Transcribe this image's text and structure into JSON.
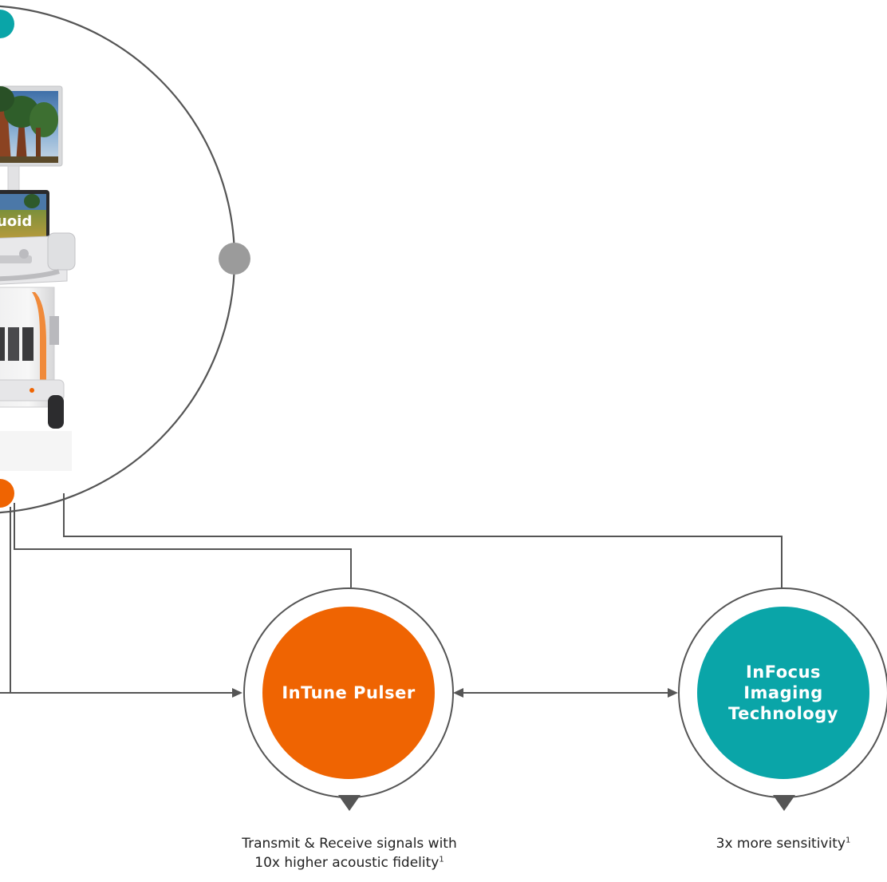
{
  "nodes": {
    "pulser": {
      "label": "InTune Pulser",
      "caption_line1": "Transmit & Receive signals with",
      "caption_line2": "10x higher acoustic fidelity",
      "caption_sup": "1",
      "color": "#EF6402"
    },
    "infocus": {
      "label_line1": "InFocus",
      "label_line2": "Imaging",
      "label_line3": "Technology",
      "caption": "3x more sensitivity",
      "caption_sup": "1",
      "color": "#0AA5A8"
    }
  },
  "product_image": {
    "screen_text": "uoid",
    "subject": "ultrasound-system"
  },
  "colors": {
    "connector": "#555555",
    "arrow": "#555555",
    "handle_teal": "#0AA5A8",
    "handle_gray": "#9B9B9B",
    "handle_orange": "#EF6402"
  }
}
